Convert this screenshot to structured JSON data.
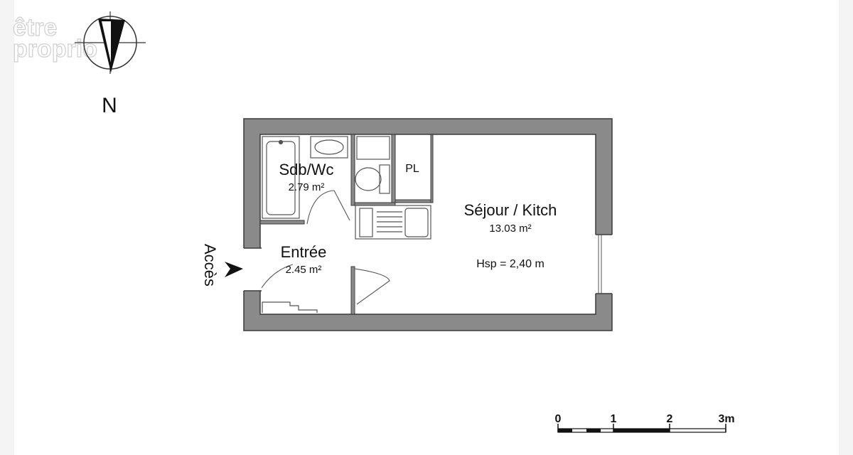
{
  "watermark": {
    "line1": "être",
    "line2": "proprio"
  },
  "compass": {
    "label": "N"
  },
  "access": {
    "label": "Accès"
  },
  "rooms": {
    "bathroom": {
      "name": "Sdb/Wc",
      "area": "2.79 m²"
    },
    "entry": {
      "name": "Entrée",
      "area": "2.45 m²"
    },
    "living": {
      "name": "Séjour / Kitch",
      "area": "13.03 m²",
      "height": "Hsp = 2,40 m"
    },
    "cupboard": {
      "name": "PL"
    }
  },
  "scale": {
    "ticks": [
      "0",
      "1",
      "2",
      "3m"
    ]
  },
  "colors": {
    "wall": "#8a8a8a",
    "wall_edge": "#3a3a3a",
    "line": "#555555"
  }
}
